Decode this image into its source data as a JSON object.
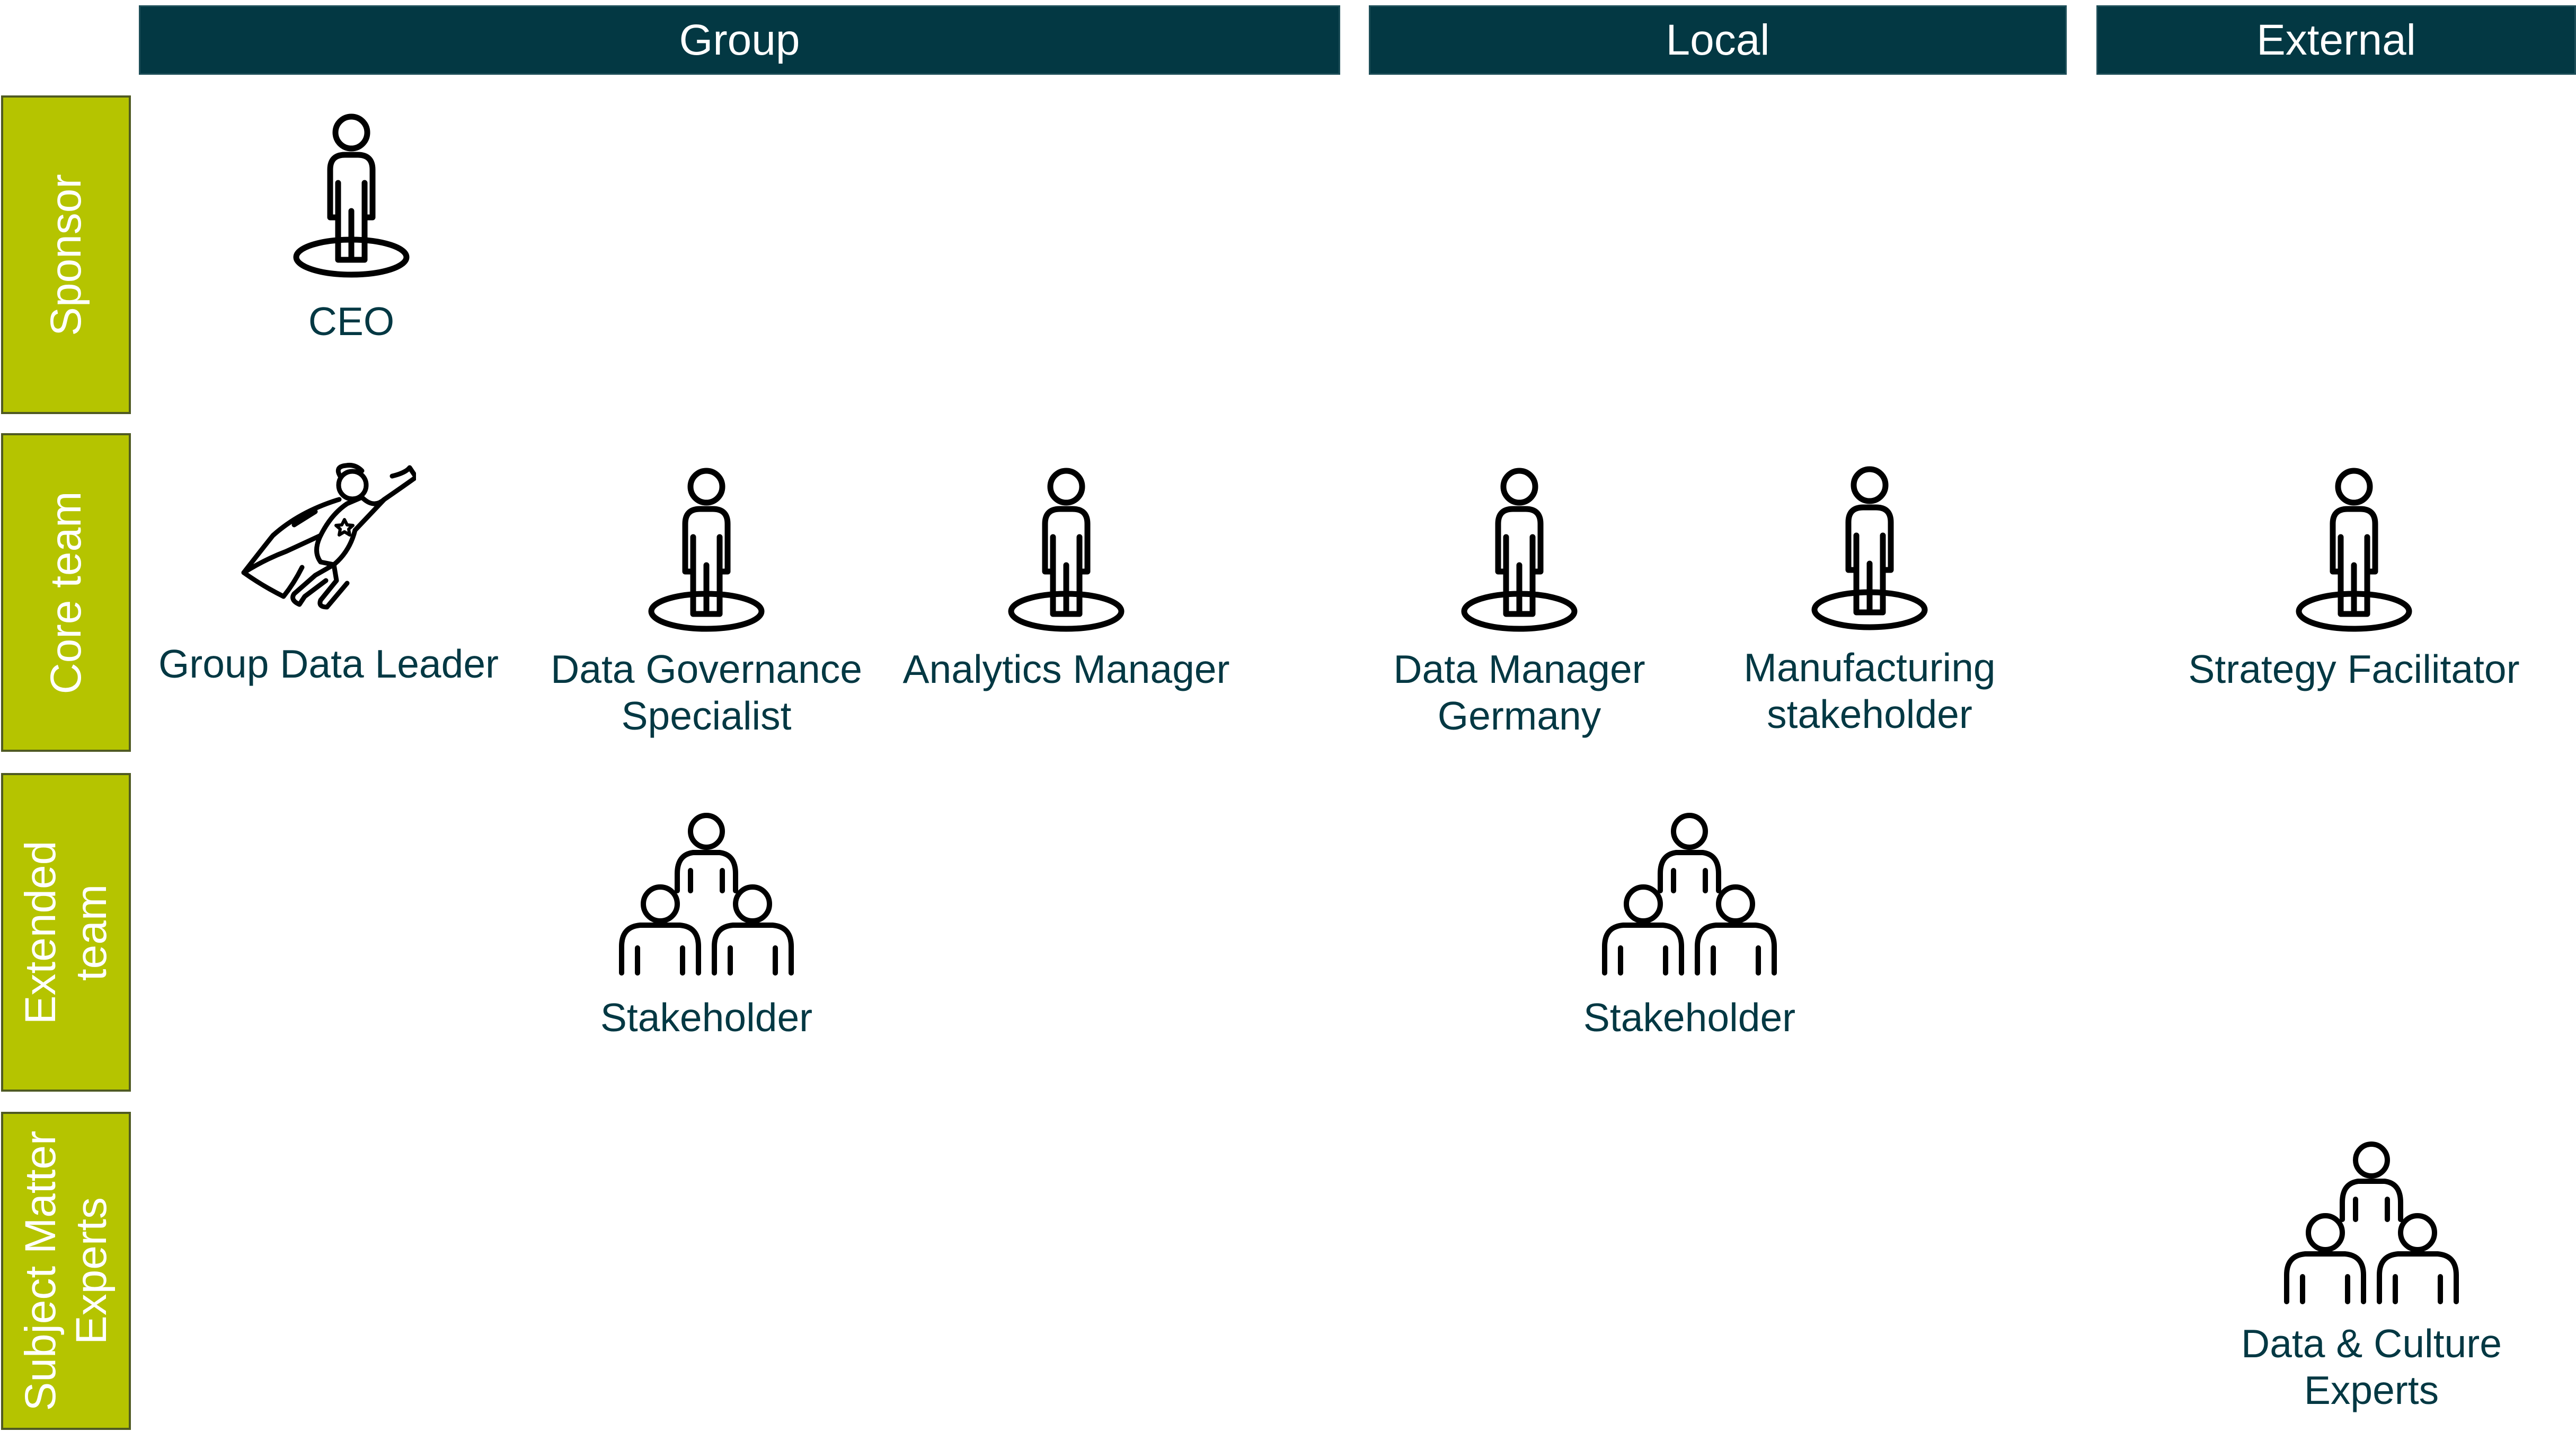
{
  "columns": [
    "Group",
    "Local",
    "External"
  ],
  "rows": [
    "Sponsor",
    "Core team",
    "Extended team",
    "Subject Matter Experts"
  ],
  "row_label_lines": [
    [
      "Sponsor"
    ],
    [
      "Core team"
    ],
    [
      "Extended",
      "team"
    ],
    [
      "Subject Matter",
      "Experts"
    ]
  ],
  "roles": {
    "ceo": [
      "CEO"
    ],
    "group_data_leader": [
      "Group Data Leader"
    ],
    "data_governance_specialist": [
      "Data Governance",
      "Specialist"
    ],
    "analytics_manager": [
      "Analytics Manager"
    ],
    "data_manager_germany": [
      "Data Manager",
      "Germany"
    ],
    "manufacturing_stakeholder": [
      "Manufacturing",
      "stakeholder"
    ],
    "strategy_facilitator": [
      "Strategy Facilitator"
    ],
    "stakeholder_group": [
      "Stakeholder"
    ],
    "stakeholder_local": [
      "Stakeholder"
    ],
    "data_culture_experts": [
      "Data & Culture",
      "Experts"
    ]
  },
  "icons": {
    "ceo": "person-on-pedestal-icon",
    "group_data_leader": "flying-superhero-icon",
    "data_governance_specialist": "person-on-pedestal-icon",
    "analytics_manager": "person-on-pedestal-icon",
    "data_manager_germany": "person-on-pedestal-icon",
    "manufacturing_stakeholder": "person-on-pedestal-icon",
    "strategy_facilitator": "person-on-pedestal-icon",
    "stakeholder_group": "people-group-icon",
    "stakeholder_local": "people-group-icon",
    "data_culture_experts": "people-group-icon"
  },
  "colors": {
    "column_header_bg": "#033843",
    "row_header_bg": "#b5c400",
    "label_text": "#033843"
  }
}
